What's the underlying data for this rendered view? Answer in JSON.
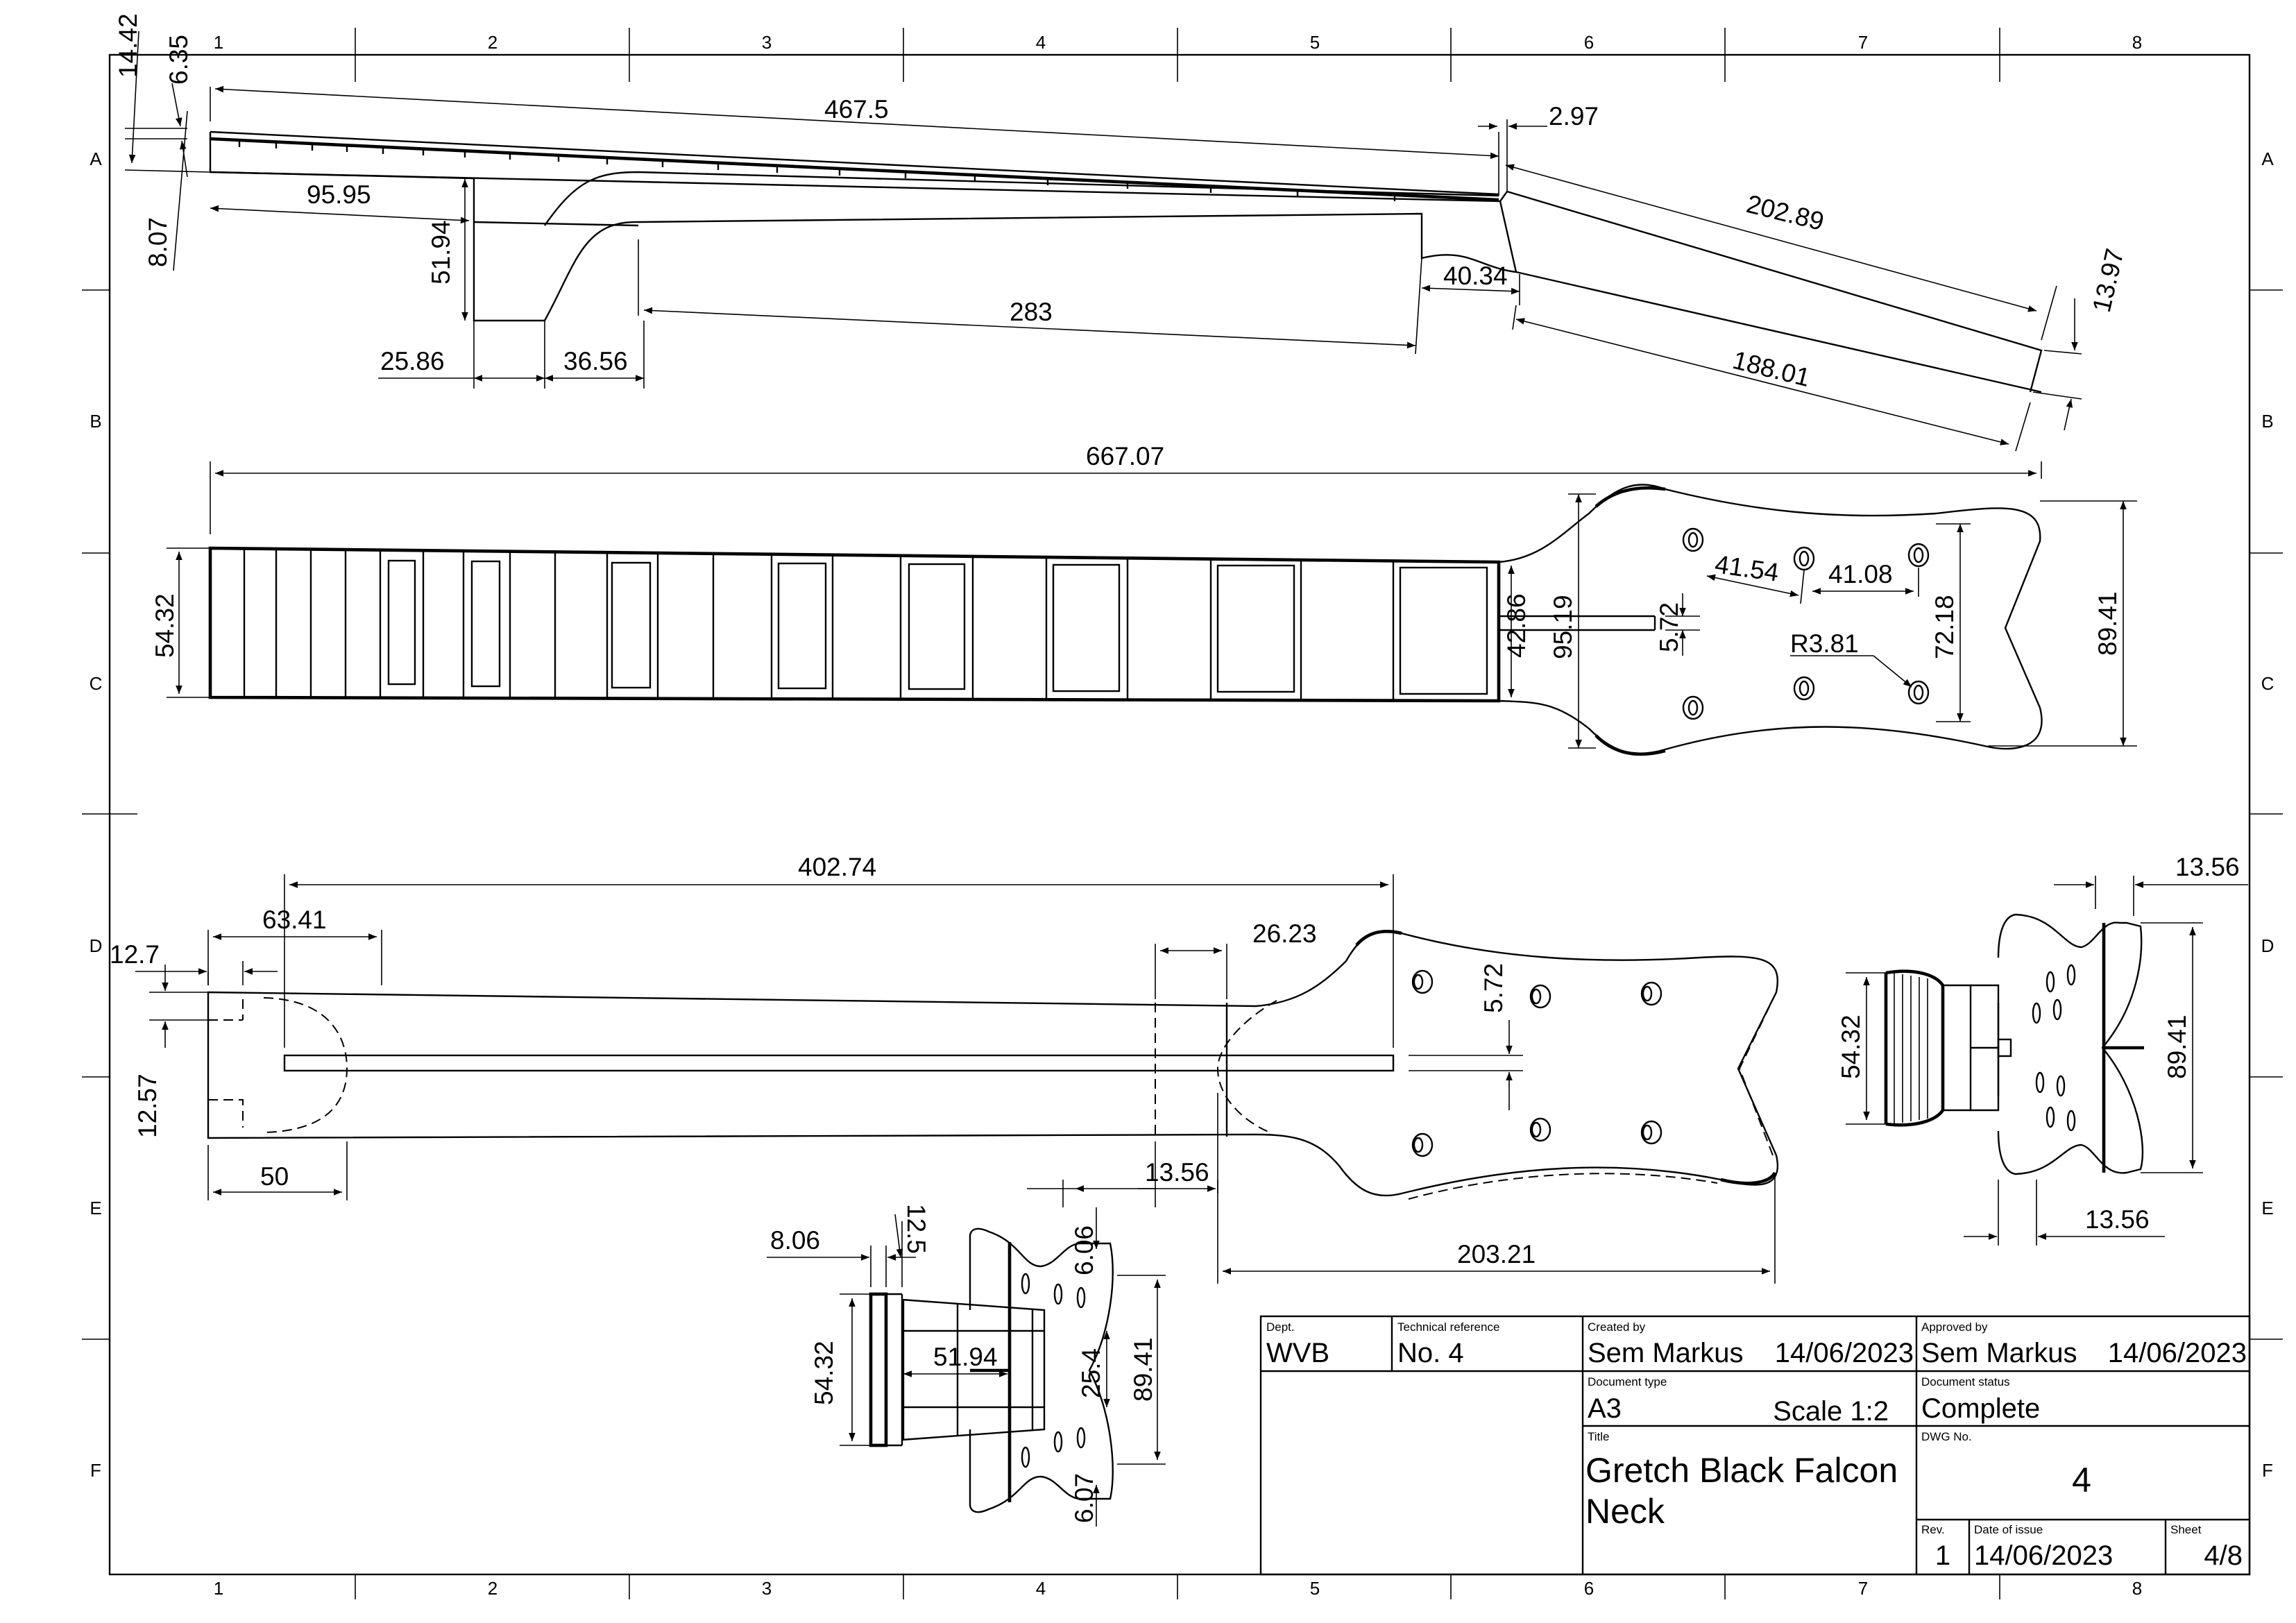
{
  "grid": {
    "cols": [
      "1",
      "2",
      "3",
      "4",
      "5",
      "6",
      "7",
      "8"
    ],
    "rows": [
      "A",
      "B",
      "C",
      "D",
      "E",
      "F"
    ]
  },
  "dims": {
    "top": {
      "d14_42": "14.42",
      "d6_35": "6.35",
      "d8_07": "8.07",
      "d467_5": "467.5",
      "d2_97": "2.97",
      "d95_95": "95.95",
      "d51_94": "51.94",
      "d202_89": "202.89",
      "d40_34": "40.34",
      "d283": "283",
      "d13_97": "13.97",
      "d25_86": "25.86",
      "d36_56": "36.56",
      "d188_01": "188.01"
    },
    "front": {
      "d667_07": "667.07",
      "d54_32": "54.32",
      "d42_86": "42.86",
      "d95_19": "95.19",
      "d41_54": "41.54",
      "d41_08": "41.08",
      "d5_72": "5.72",
      "d72_18": "72.18",
      "d89_41": "89.41",
      "r3_81": "R3.81"
    },
    "back": {
      "d402_74": "402.74",
      "d63_41": "63.41",
      "d26_23": "26.23",
      "d12_7": "12.7",
      "d12_57": "12.57",
      "d50": "50",
      "d5_72": "5.72",
      "d13_56": "13.56",
      "d203_21": "203.21"
    },
    "right": {
      "d13_56a": "13.56",
      "d54_32": "54.32",
      "d89_41": "89.41",
      "d13_56b": "13.56"
    },
    "end": {
      "d8_06": "8.06",
      "d12_5": "12.5",
      "d6_06": "6.06",
      "d54_32": "54.32",
      "d51_94": "51.94",
      "d25_4": "25.4",
      "d89_41": "89.41",
      "d6_07": "6.07"
    }
  },
  "title_block": {
    "dept_label": "Dept.",
    "dept": "WVB",
    "techref_label": "Technical reference",
    "techref": "No. 4",
    "created_label": "Created by",
    "created_by": "Sem Markus",
    "created_date": "14/06/2023",
    "approved_label": "Approved by",
    "approved_by": "Sem Markus",
    "approved_date": "14/06/2023",
    "doctype_label": "Document type",
    "doctype": "A3",
    "scale": "Scale 1:2",
    "status_label": "Document status",
    "status": "Complete",
    "title_label": "Title",
    "title_line1": "Gretch Black Falcon",
    "title_line2": "Neck",
    "dwg_label": "DWG No.",
    "dwg": "4",
    "rev_label": "Rev.",
    "rev": "1",
    "issue_label": "Date of issue",
    "issue_date": "14/06/2023",
    "sheet_label": "Sheet",
    "sheet": "4/8"
  }
}
